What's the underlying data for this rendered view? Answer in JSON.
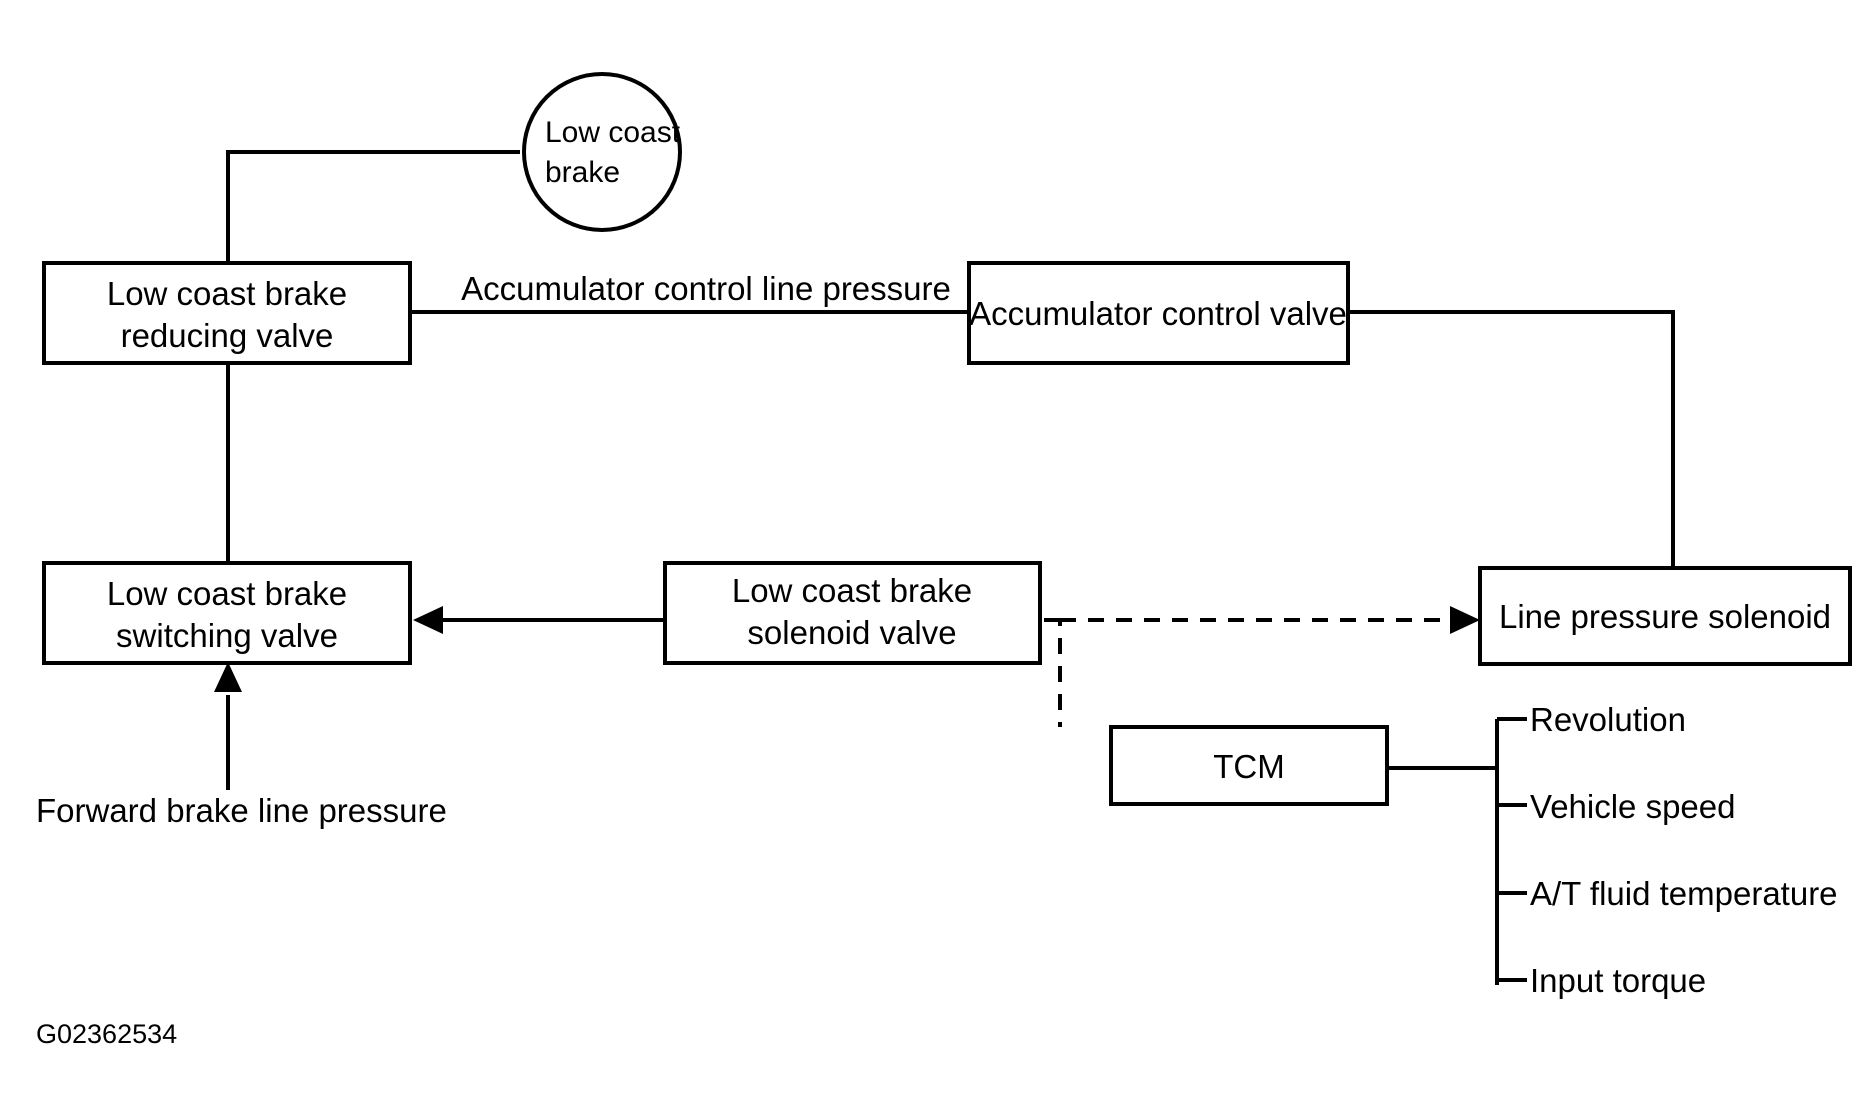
{
  "figure": {
    "id_label": "G02362534",
    "title": "Low coast brake hydraulic control diagram"
  },
  "nodes": {
    "low_coast_brake_circle": {
      "line1": "Low coast",
      "line2": "brake"
    },
    "reducing_valve": {
      "line1": "Low coast brake",
      "line2": "reducing valve"
    },
    "accumulator_control_valve": {
      "line1": "Accumulator control valve"
    },
    "switching_valve": {
      "line1": "Low coast brake",
      "line2": "switching valve"
    },
    "solenoid_valve": {
      "line1": "Low coast brake",
      "line2": "solenoid valve"
    },
    "line_pressure_solenoid": {
      "line1": "Line pressure solenoid"
    },
    "tcm": {
      "line1": "TCM"
    }
  },
  "edge_labels": {
    "accumulator_control_line_pressure": "Accumulator control line pressure",
    "forward_brake_line_pressure": "Forward brake line pressure"
  },
  "tcm_inputs": [
    "Revolution",
    "Vehicle speed",
    "A/T fluid temperature",
    "Input torque"
  ],
  "colors": {
    "stroke": "#000000",
    "fill": "#ffffff",
    "text": "#000000"
  }
}
